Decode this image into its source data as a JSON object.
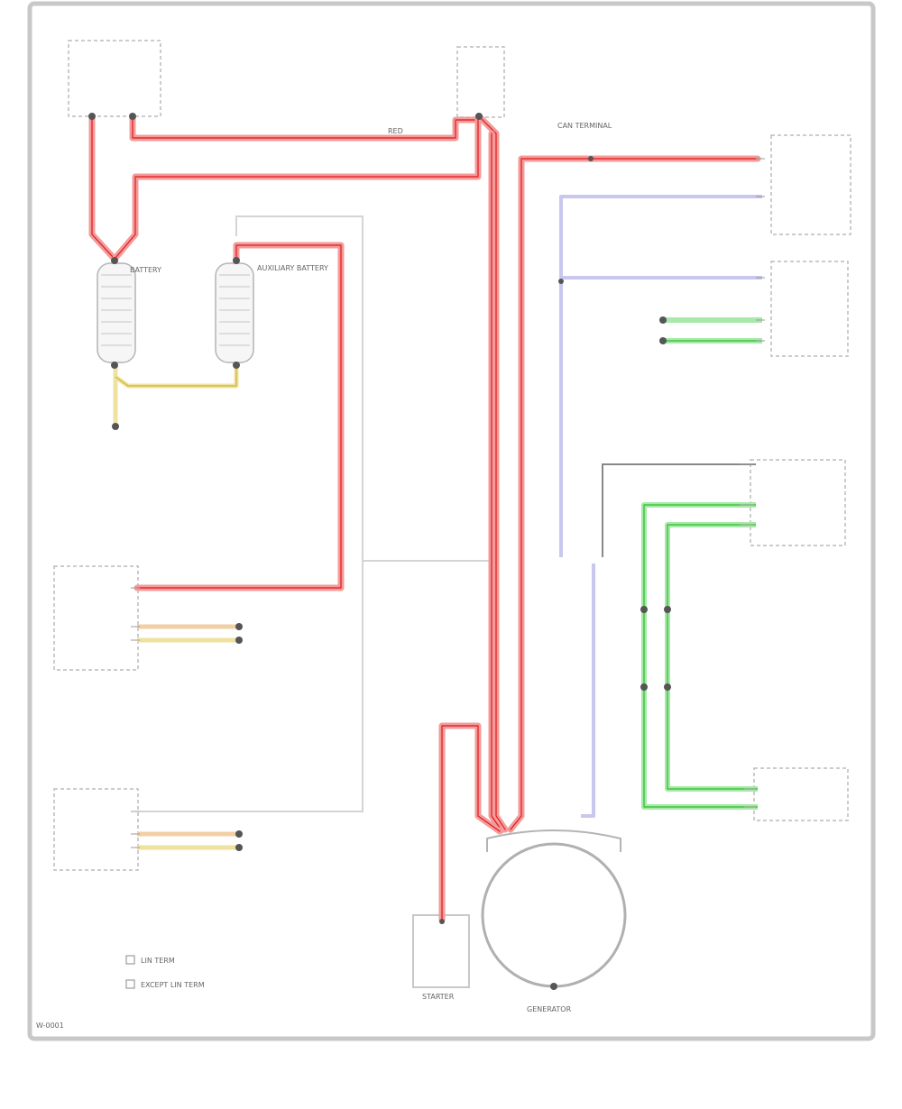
{
  "labels": {
    "starter": "STARTER",
    "generator": "GENERATOR",
    "battery": "BATTERY",
    "aux_battery": "AUXILIARY BATTERY",
    "red": "RED",
    "can_terminal": "CAN TERMINAL",
    "legend_1": "LIN TERM",
    "legend_2": "EXCEPT LIN TERM",
    "page_num": "W-0001"
  },
  "colors": {
    "wire_red": "#f39b9b",
    "wire_blue": "#c8c8ee",
    "wire_green": "#a8e8a8",
    "wire_yellow": "#efe2a0",
    "border": "#c8c8c8"
  }
}
